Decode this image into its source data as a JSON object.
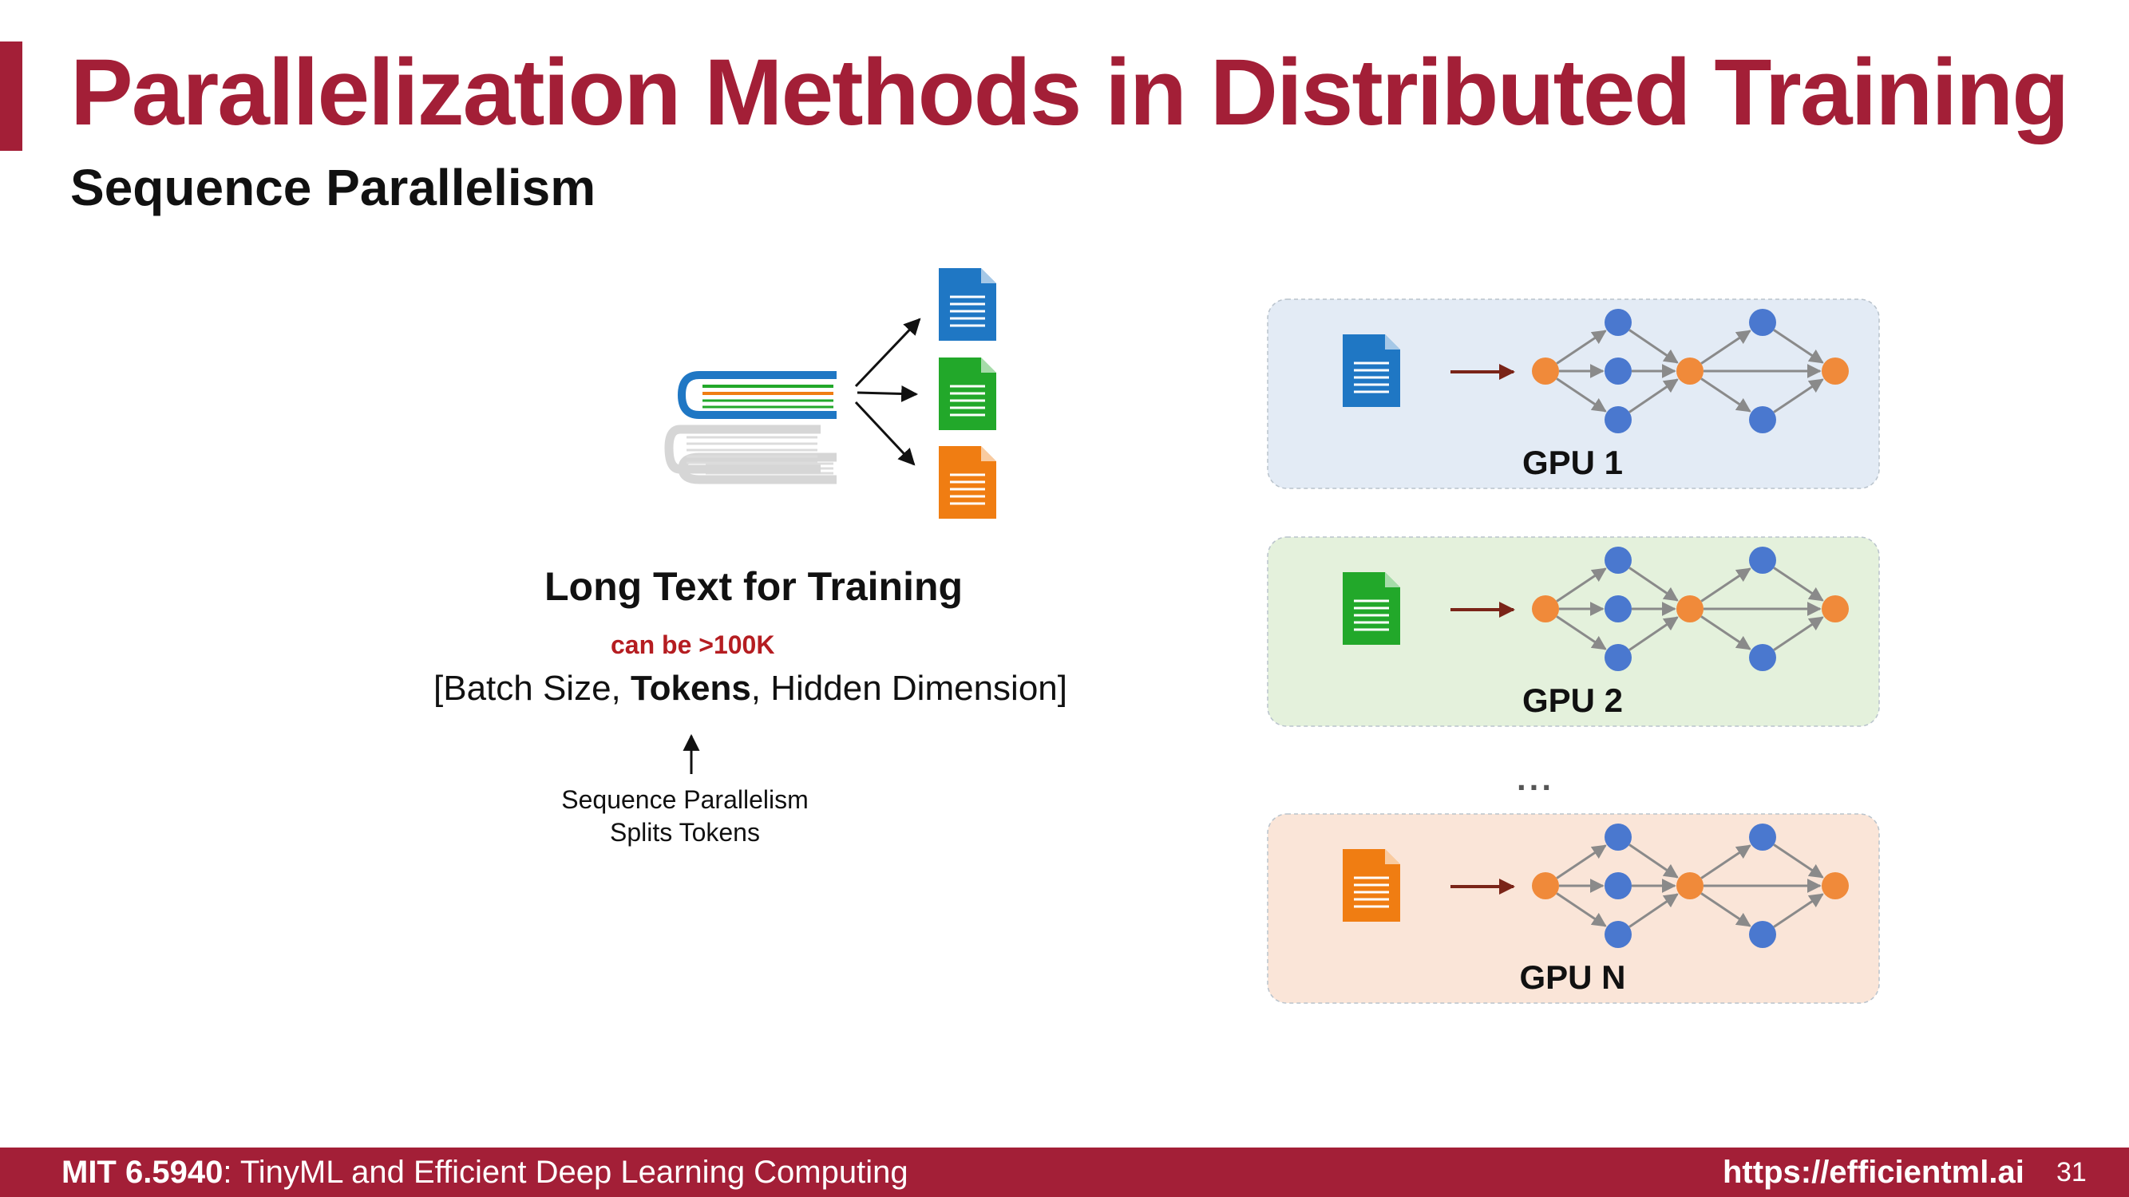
{
  "slide": {
    "title": "Parallelization Methods in Distributed Training",
    "subtitle": "Sequence Parallelism"
  },
  "left": {
    "caption": "Long Text for Training",
    "annotation": "can be >100K",
    "shape_open": "[Batch Size, ",
    "shape_tokens": "Tokens",
    "shape_close": ", Hidden Dimension]",
    "note_line1": "Sequence Parallelism",
    "note_line2": "Splits Tokens",
    "icons": [
      "book-stack-icon",
      "document-icon",
      "document-icon",
      "document-icon"
    ]
  },
  "gpus": [
    {
      "label": "GPU 1",
      "doc_color": "#1f77c4",
      "panel_color": "#e3ebf5"
    },
    {
      "label": "GPU 2",
      "doc_color": "#22a82a",
      "panel_color": "#e4f1dc"
    },
    {
      "label": "GPU N",
      "doc_color": "#f07d12",
      "panel_color": "#fae5d8"
    }
  ],
  "ellipsis": "...",
  "colors": {
    "accent": "#a31f37",
    "node_blue": "#4a78cf",
    "node_orange": "#f08a3a",
    "annotation_red": "#b51d21"
  },
  "footer": {
    "course_code": "MIT 6.5940",
    "course_name": ": TinyML and Efficient Deep Learning Computing",
    "url": "https://efficientml.ai",
    "page": "31"
  }
}
